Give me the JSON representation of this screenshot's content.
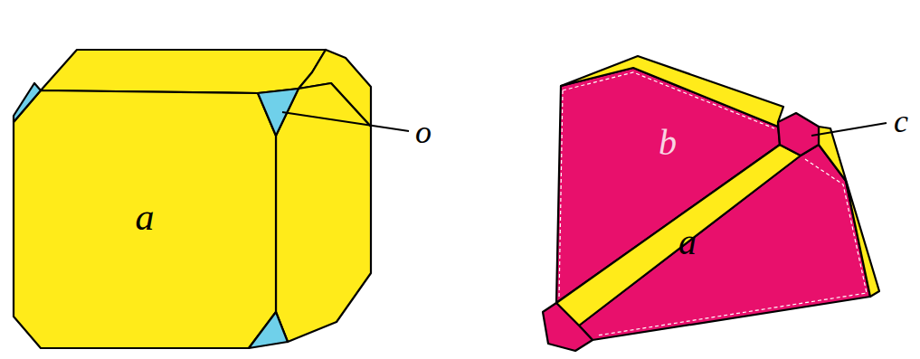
{
  "diagram": {
    "labels": [
      "a",
      "o",
      "b",
      "a",
      "c"
    ]
  }
}
